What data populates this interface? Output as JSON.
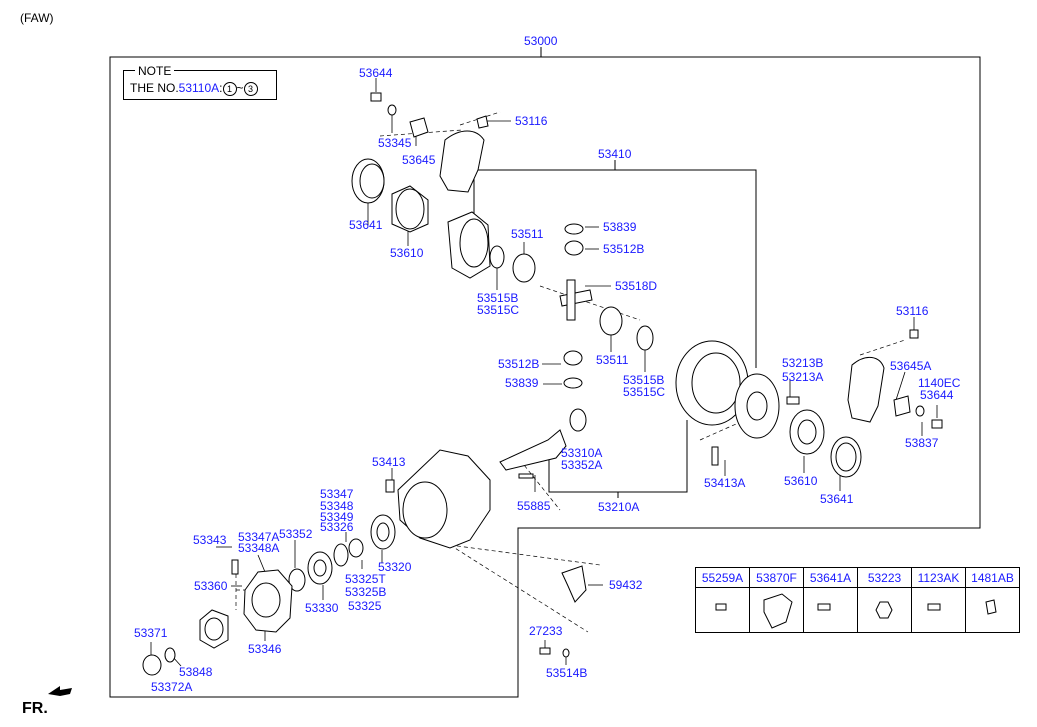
{
  "header": {
    "variant": "(FAW)",
    "assembly": "53000"
  },
  "note": {
    "title": "NOTE",
    "prefix": "THE NO.",
    "ref": "53110A",
    "range_sep": ":",
    "start": "1",
    "tilde": "~",
    "end": "3"
  },
  "labels": {
    "p53644_top": "53644",
    "p53345": "53345",
    "p53645": "53645",
    "p53116_top": "53116",
    "p53410": "53410",
    "p53641_left": "53641",
    "p53610_left": "53610",
    "p53511_top": "53511",
    "p53839_top": "53839",
    "p53512b_top": "53512B",
    "p53515b_top": "53515B",
    "p53515c_top": "53515C",
    "p53518d": "53518D",
    "p53512b_bot": "53512B",
    "p53511_bot": "53511",
    "p53839_bot": "53839",
    "p53515b_bot": "53515B",
    "p53515c_bot": "53515C",
    "p53116_right": "53116",
    "p53213b": "53213B",
    "p53213a": "53213A",
    "p53645a": "53645A",
    "p1140ec": "1140EC",
    "p53644_right": "53644",
    "p53837": "53837",
    "p53413": "53413",
    "p53310a": "53310A",
    "p53352a": "53352A",
    "p55885": "55885",
    "p53210a": "53210A",
    "p53413a": "53413A",
    "p53610_right": "53610",
    "p53641_right": "53641",
    "p53347": "53347",
    "p53348": "53348",
    "p53349": "53349",
    "p53326": "53326",
    "p53343": "53343",
    "p53347a": "53347A",
    "p53348a": "53348A",
    "p53352": "53352",
    "p53360": "53360",
    "p53320": "53320",
    "p53325t": "53325T",
    "p53325b": "53325B",
    "p53325": "53325",
    "p53330": "53330",
    "p53346": "53346",
    "p53371": "53371",
    "p53848": "53848",
    "p53372a": "53372A",
    "p59432": "59432",
    "p27233": "27233",
    "p53514b": "53514B"
  },
  "legend": [
    "55259A",
    "53870F",
    "53641A",
    "53223",
    "1123AK",
    "1481AB"
  ],
  "fr": "FR."
}
